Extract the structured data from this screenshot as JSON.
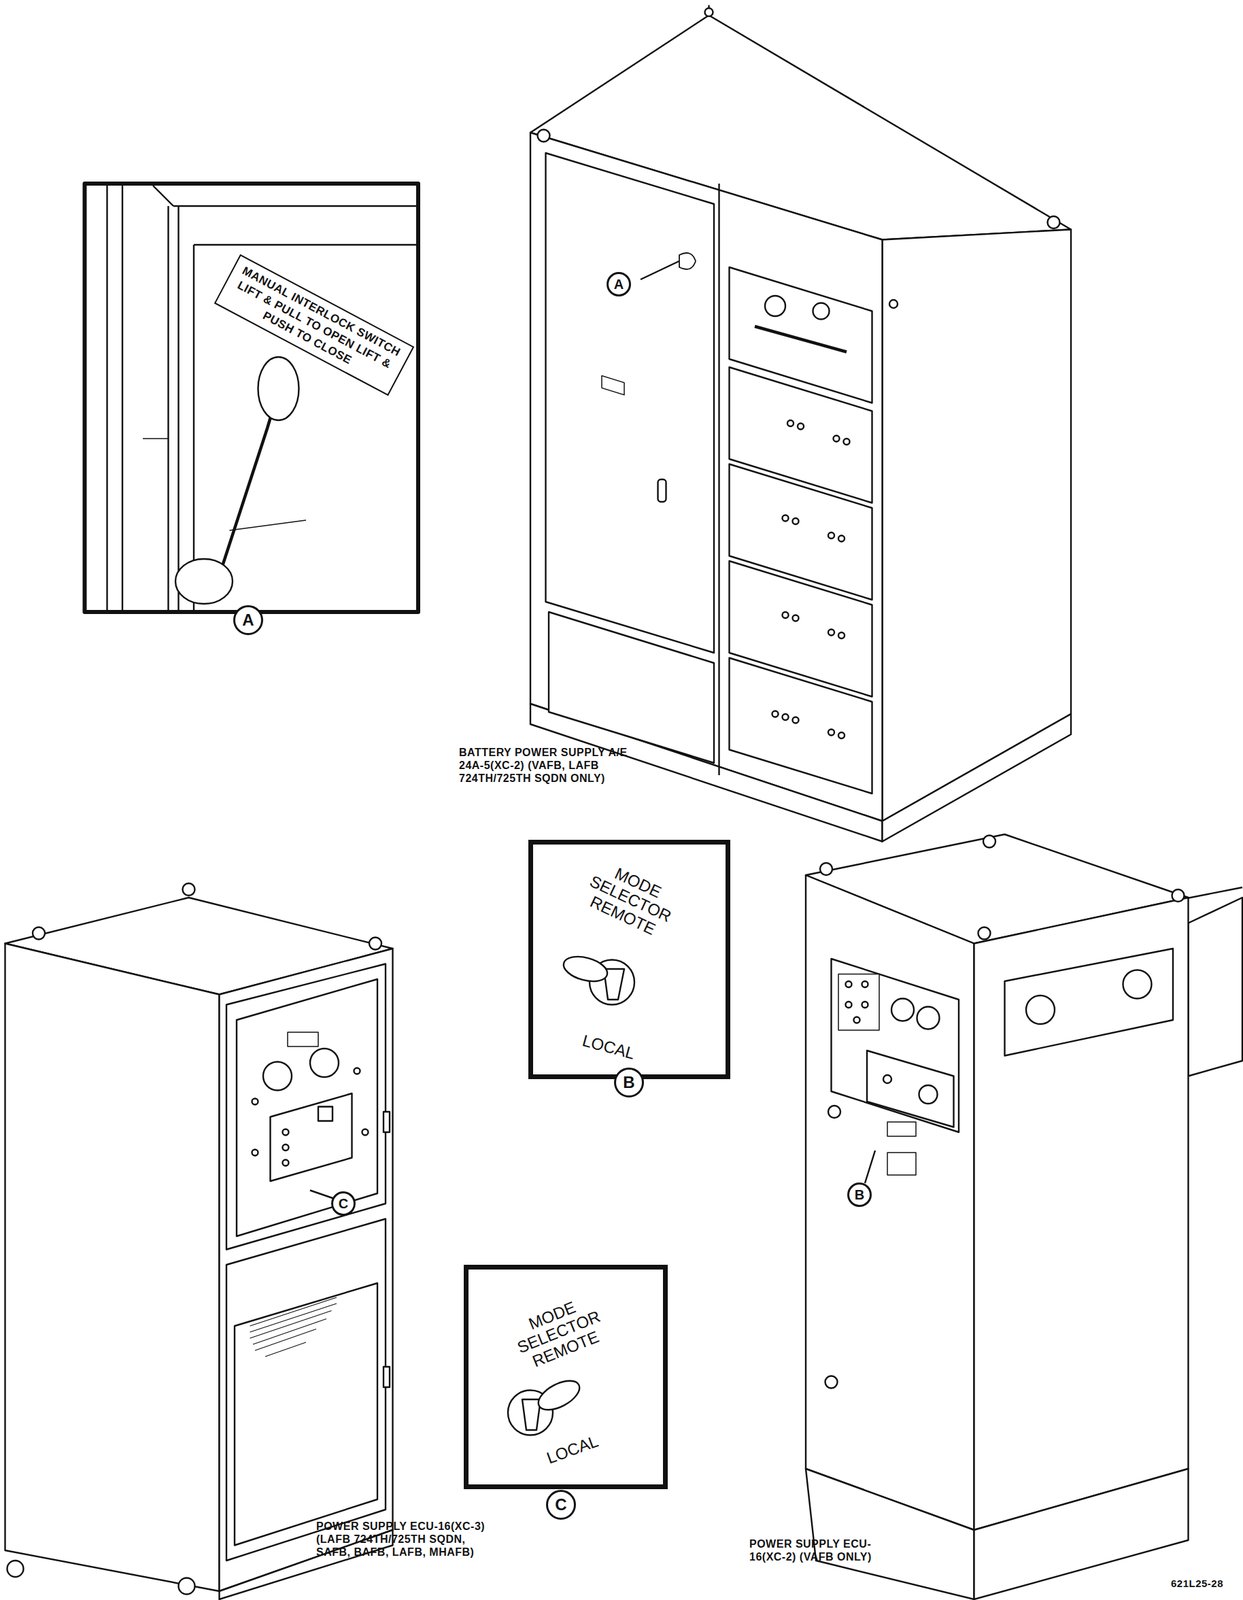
{
  "diagram": {
    "nodes": [
      {
        "text": [
          "MANUAL INTERLOCK SWITCH LIFT & PULL TO OPEN LIFT & PUSH TO CLOSE"
        ]
      },
      {
        "text": [
          "MODE SELECTOR REMOTE",
          "LOCAL"
        ]
      },
      {
        "text": [
          "MODE SELECTOR REMOTE",
          "LOCAL"
        ]
      }
    ],
    "labels": [
      "A",
      "A",
      "BATTERY POWER SUPPLY A/E 24A-5(XC-2) (VAFB, LAFB 724TH/725TH SQDN ONLY)",
      "B",
      "C",
      "B",
      "C",
      "POWER SUPPLY ECU-16(XC-3)(LAFB 724TH/725TH SQDN, SAFB, BAFB, LAFB, MHAFB)",
      "POWER SUPPLY ECU-16(XC-2) (VAFB ONLY)",
      "621L25-28"
    ]
  }
}
